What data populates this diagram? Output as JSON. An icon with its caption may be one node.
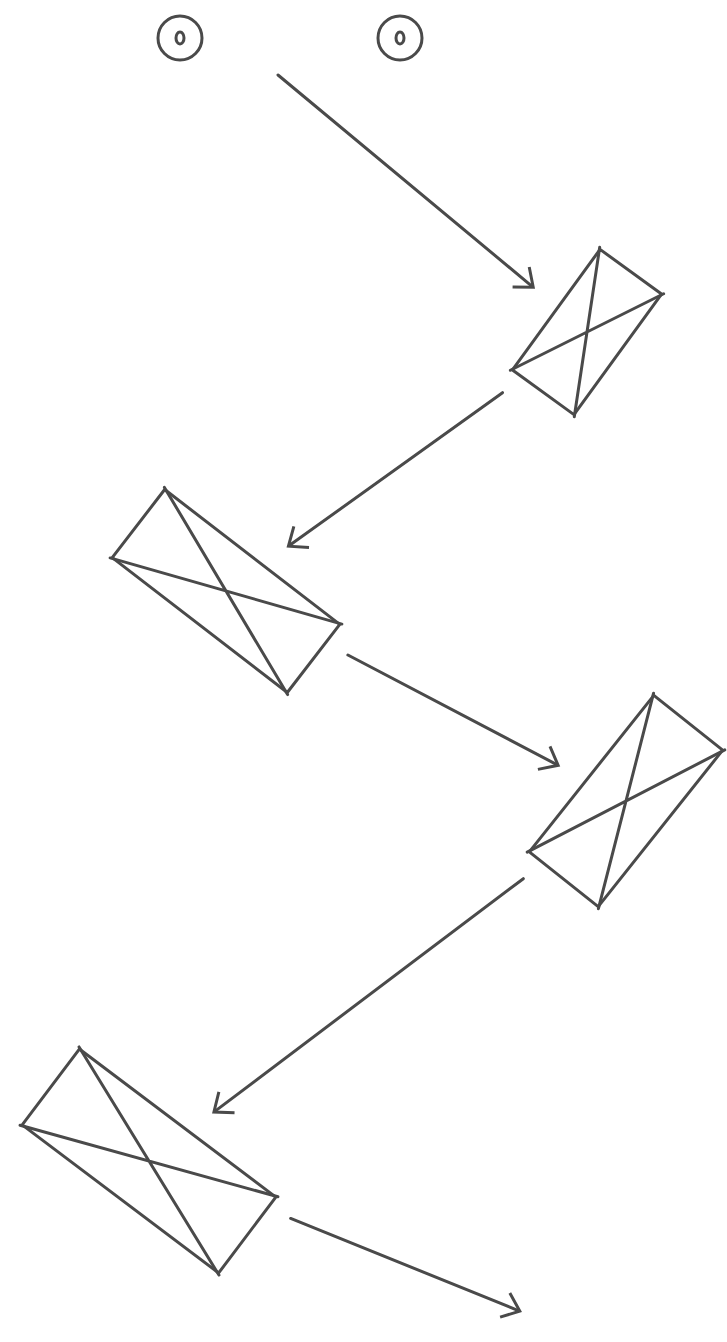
{
  "diagram": {
    "nodes": [
      {
        "text": [],
        "shape": "circle"
      },
      {
        "text": [],
        "shape": "circle"
      },
      {
        "text": [],
        "shape": "box"
      },
      {
        "text": [],
        "shape": "box"
      },
      {
        "text": [],
        "shape": "box"
      },
      {
        "text": [],
        "shape": "box"
      }
    ],
    "edges": [
      {
        "from": null,
        "to": 2,
        "arrow": "to"
      },
      {
        "from": 2,
        "to": 3,
        "arrow": "to"
      },
      {
        "from": 3,
        "to": 4,
        "arrow": "to"
      },
      {
        "from": 4,
        "to": 5,
        "arrow": "to"
      },
      {
        "from": 5,
        "to": null,
        "arrow": "to"
      }
    ]
  }
}
